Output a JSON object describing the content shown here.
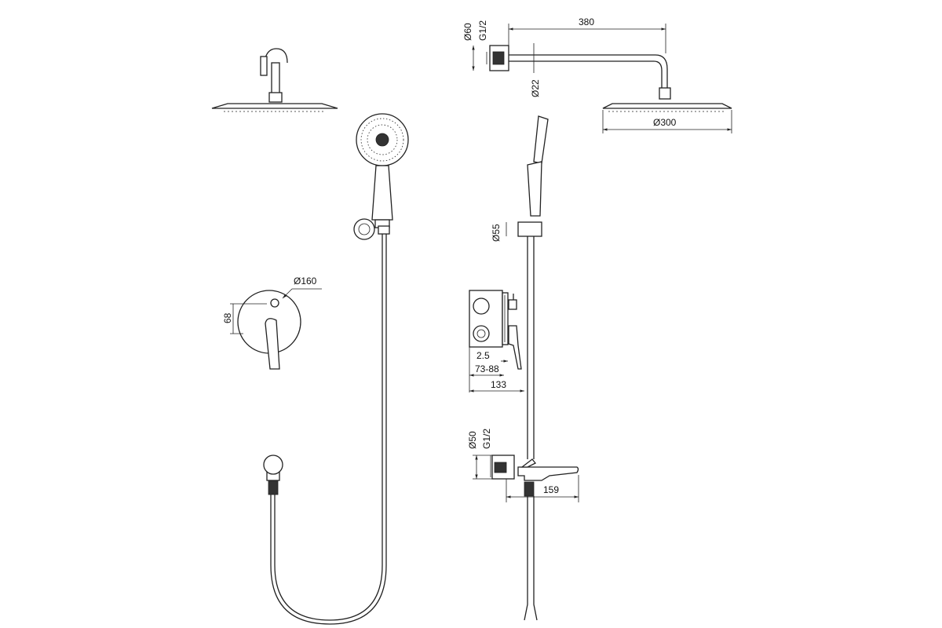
{
  "drawing": {
    "title": "Shower system technical drawing",
    "dimensions": {
      "arm_length": "380",
      "wall_flange_diameter": "Ø60",
      "arm_thread": "G1/2",
      "arm_diameter": "Ø22",
      "head_diameter": "Ø300",
      "holder_diameter": "Ø55",
      "diverter_plate_diameter": "Ø160",
      "diverter_offset": "68",
      "plate_gap": "2.5",
      "install_depth": "73-88",
      "total_depth": "133",
      "outlet_flange_diameter": "Ø50",
      "outlet_thread": "G1/2",
      "spout_length": "159"
    }
  }
}
